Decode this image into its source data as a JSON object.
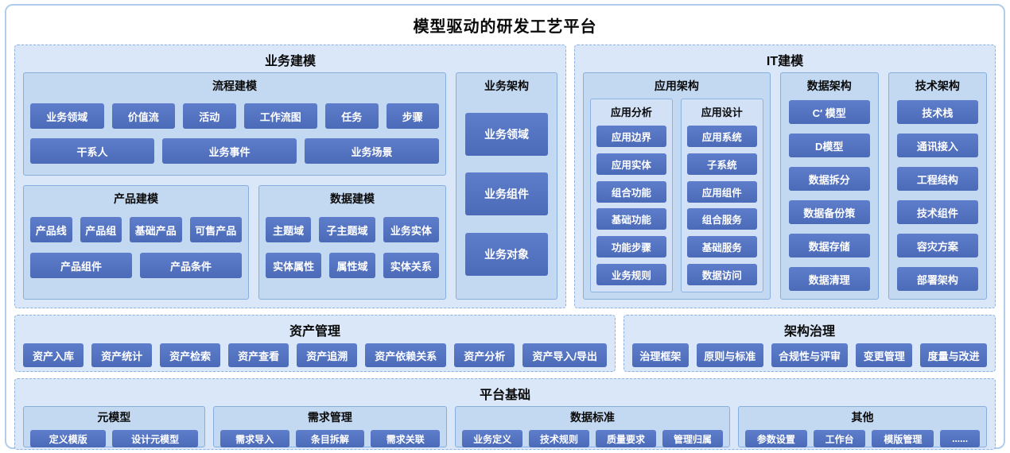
{
  "page": {
    "title": "模型驱动的研发工艺平台"
  },
  "business_modeling": {
    "title": "业务建模",
    "process": {
      "title": "流程建模",
      "row1": [
        "业务领域",
        "价值流",
        "活动",
        "工作流图",
        "任务",
        "步骤"
      ],
      "row2": [
        "干系人",
        "业务事件",
        "业务场景"
      ]
    },
    "product": {
      "title": "产品建模",
      "row1": [
        "产品线",
        "产品组",
        "基础产品",
        "可售产品"
      ],
      "row2": [
        "产品组件",
        "产品条件"
      ]
    },
    "data": {
      "title": "数据建模",
      "row1": [
        "主题域",
        "子主题域",
        "业务实体"
      ],
      "row2": [
        "实体属性",
        "属性域",
        "实体关系"
      ]
    },
    "architecture": {
      "title": "业务架构",
      "items": [
        "业务领域",
        "业务组件",
        "业务对象"
      ]
    }
  },
  "it_modeling": {
    "title": "IT建模",
    "application": {
      "title": "应用架构",
      "analysis": {
        "title": "应用分析",
        "items": [
          "应用边界",
          "应用实体",
          "组合功能",
          "基础功能",
          "功能步骤",
          "业务规则"
        ]
      },
      "design": {
        "title": "应用设计",
        "items": [
          "应用系统",
          "子系统",
          "应用组件",
          "组合服务",
          "基础服务",
          "数据访问"
        ]
      }
    },
    "data_arch": {
      "title": "数据架构",
      "items": [
        "C′ 模型",
        "D模型",
        "数据拆分",
        "数据备份策",
        "数据存储",
        "数据清理"
      ]
    },
    "tech_arch": {
      "title": "技术架构",
      "items": [
        "技术栈",
        "通讯接入",
        "工程结构",
        "技术组件",
        "容灾方案",
        "部署架构"
      ]
    }
  },
  "asset_management": {
    "title": "资产管理",
    "items": [
      "资产入库",
      "资产统计",
      "资产检索",
      "资产查看",
      "资产追溯",
      "资产依赖关系",
      "资产分析",
      "资产导入/导出"
    ]
  },
  "governance": {
    "title": "架构治理",
    "items": [
      "治理框架",
      "原则与标准",
      "合规性与评审",
      "变更管理",
      "度量与改进"
    ]
  },
  "platform": {
    "title": "平台基础",
    "meta_model": {
      "title": "元模型",
      "items": [
        "定义模版",
        "设计元模型"
      ]
    },
    "requirements": {
      "title": "需求管理",
      "items": [
        "需求导入",
        "条目拆解",
        "需求关联"
      ]
    },
    "data_standard": {
      "title": "数据标准",
      "items": [
        "业务定义",
        "技术规则",
        "质量要求",
        "管理归属"
      ]
    },
    "others": {
      "title": "其他",
      "items": [
        "参数设置",
        "工作台",
        "模版管理",
        "......"
      ]
    }
  }
}
